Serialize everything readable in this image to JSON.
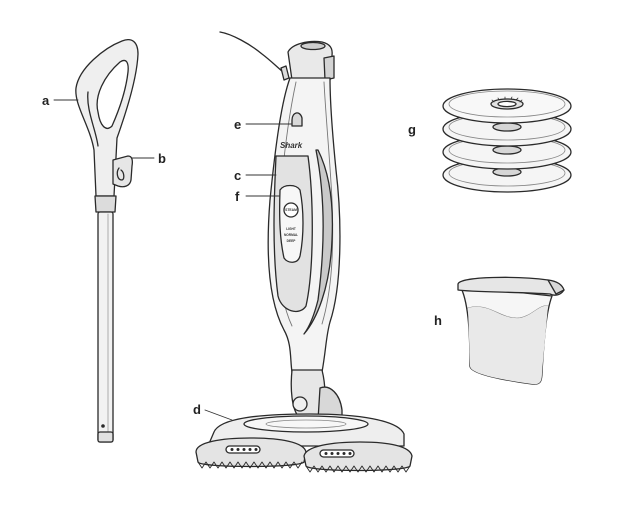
{
  "labels": {
    "a": "a",
    "b": "b",
    "c": "c",
    "d": "d",
    "e": "e",
    "f": "f",
    "g": "g",
    "h": "h"
  },
  "device": {
    "brand": "Shark",
    "steam_button": "STEAM",
    "modes": [
      "LIGHT",
      "NORMAL",
      "DEEP"
    ]
  }
}
